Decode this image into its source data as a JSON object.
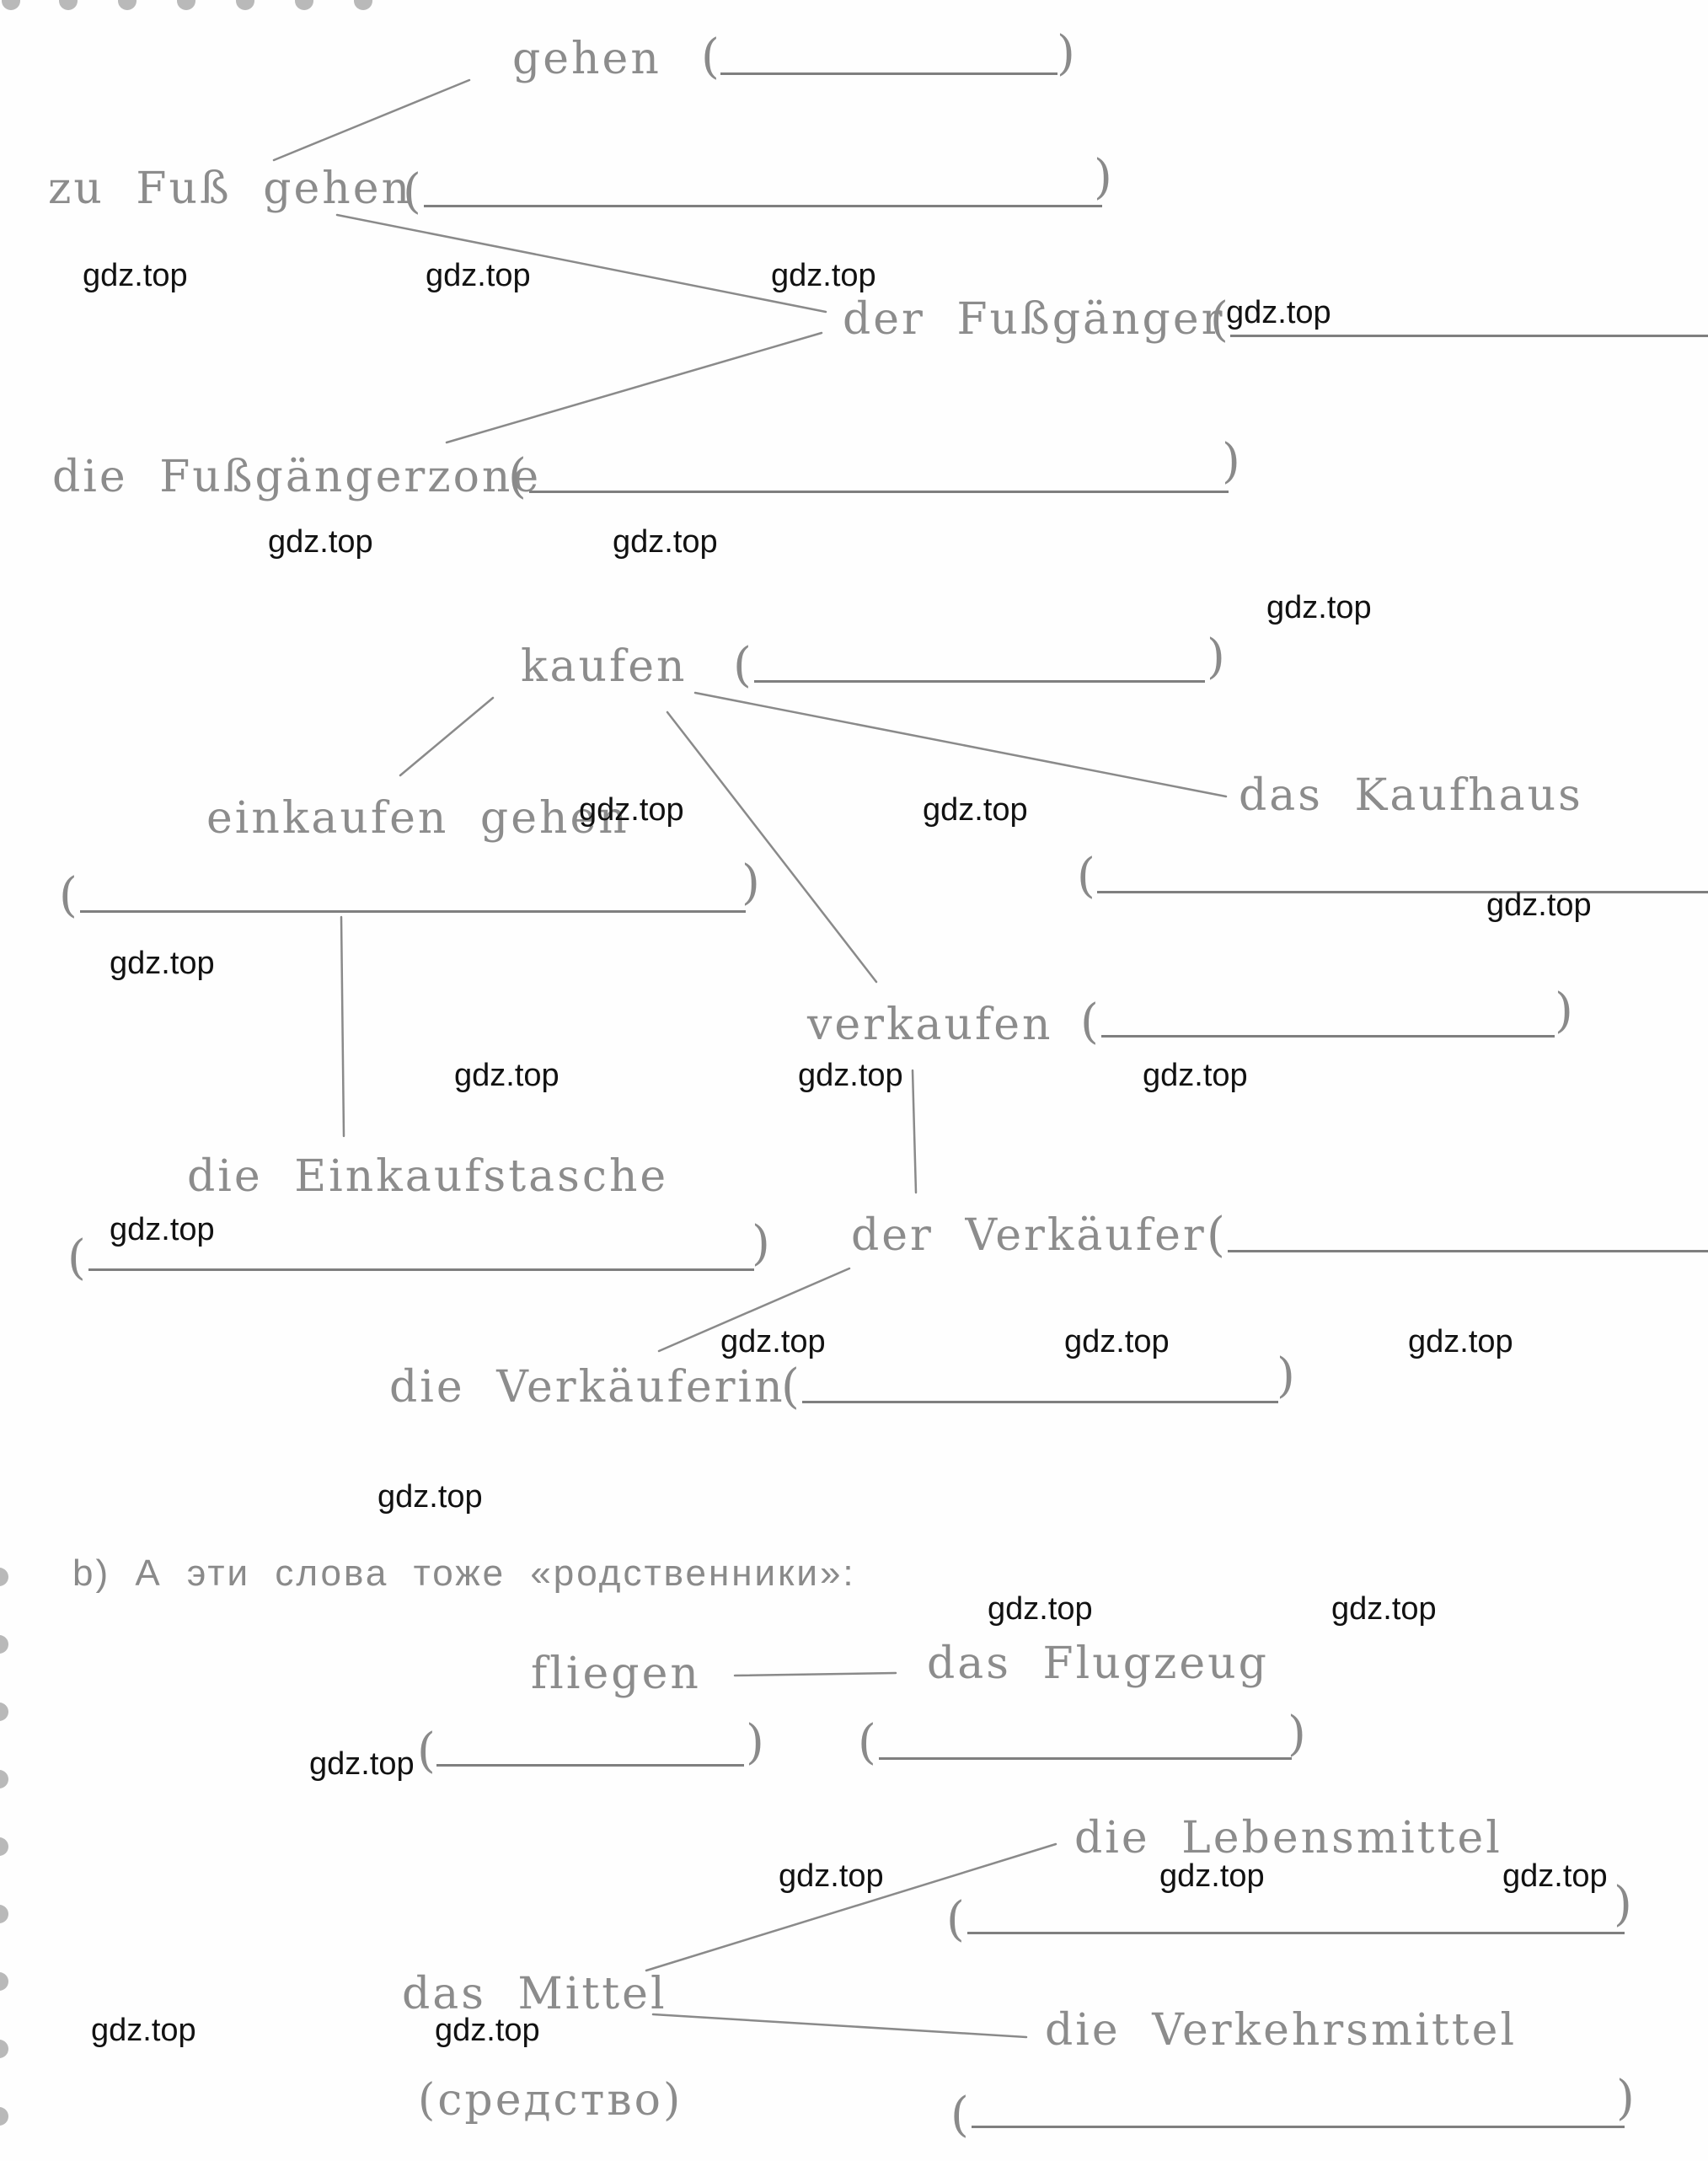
{
  "words": {
    "gehen": "gehen",
    "zu_fuss_gehen": "zu Fuß gehen",
    "der_fussgaenger": "der Fußgänger",
    "die_fussgaengerzone": "die Fußgängerzone",
    "kaufen": "kaufen",
    "einkaufen_gehen": "einkaufen gehen",
    "das_kaufhaus": "das Kaufhaus",
    "verkaufen": "verkaufen",
    "die_einkaufstasche": "die Einkaufstasche",
    "der_verkaeufer": "der Verkäufer",
    "die_verkaeuferin": "die Verkäuferin",
    "fliegen": "fliegen",
    "das_flugzeug": "das Flugzeug",
    "die_lebensmittel": "die Lebensmittel",
    "das_mittel": "das Mittel",
    "das_mittel_translation": "(средство)",
    "die_verkehrsmittel": "die Verkehrsmittel"
  },
  "section_b": {
    "heading": "b) А эти слова тоже «родственники»:"
  },
  "punctuation": {
    "open": "(",
    "close": ")"
  },
  "watermark": "gdz.top"
}
